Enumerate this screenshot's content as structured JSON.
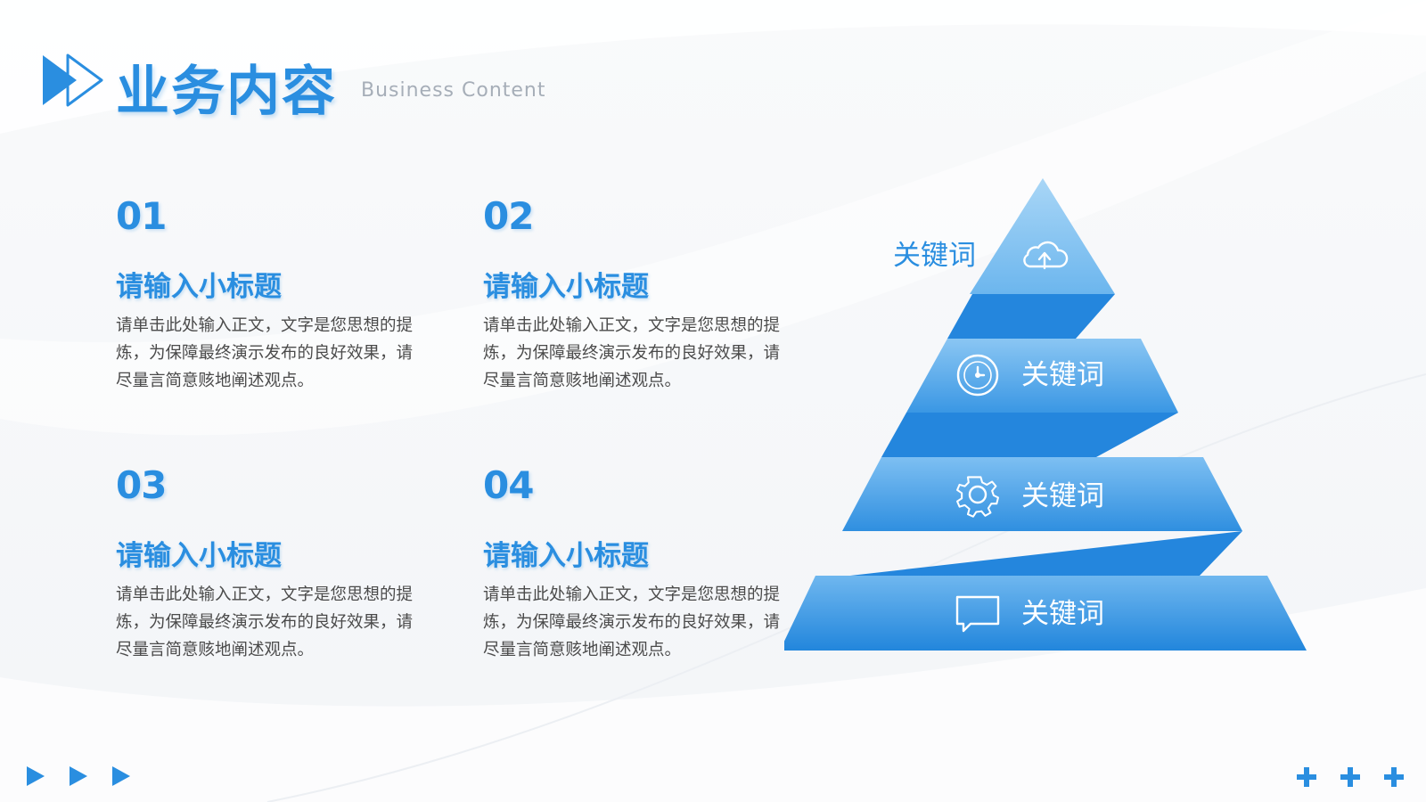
{
  "header": {
    "title": "业务内容",
    "subtitle": "Business Content"
  },
  "blocks": [
    {
      "number": "01",
      "heading": "请输入小标题",
      "body": "请单击此处输入正文，文字是您思想的提炼，为保障最终演示发布的良好效果，请尽量言简意赅地阐述观点。"
    },
    {
      "number": "02",
      "heading": "请输入小标题",
      "body": "请单击此处输入正文，文字是您思想的提炼，为保障最终演示发布的良好效果，请尽量言简意赅地阐述观点。"
    },
    {
      "number": "03",
      "heading": "请输入小标题",
      "body": "请单击此处输入正文，文字是您思想的提炼，为保障最终演示发布的良好效果，请尽量言简意赅地阐述观点。"
    },
    {
      "number": "04",
      "heading": "请输入小标题",
      "body": "请单击此处输入正文，文字是您思想的提炼，为保障最终演示发布的良好效果，请尽量言简意赅地阐述观点。"
    }
  ],
  "pyramid": {
    "levels": [
      {
        "keyword": "关键词",
        "icon": "cloud-upload-icon"
      },
      {
        "keyword": "关键词",
        "icon": "clock-icon"
      },
      {
        "keyword": "关键词",
        "icon": "gear-icon"
      },
      {
        "keyword": "关键词",
        "icon": "chat-bubble-icon"
      }
    ]
  },
  "colors": {
    "accent": "#2a8ee0",
    "accent_light": "#9fd0f4",
    "band_dark": "#2486dd",
    "text": "#4b4b4b",
    "muted": "#a6aeb8"
  }
}
